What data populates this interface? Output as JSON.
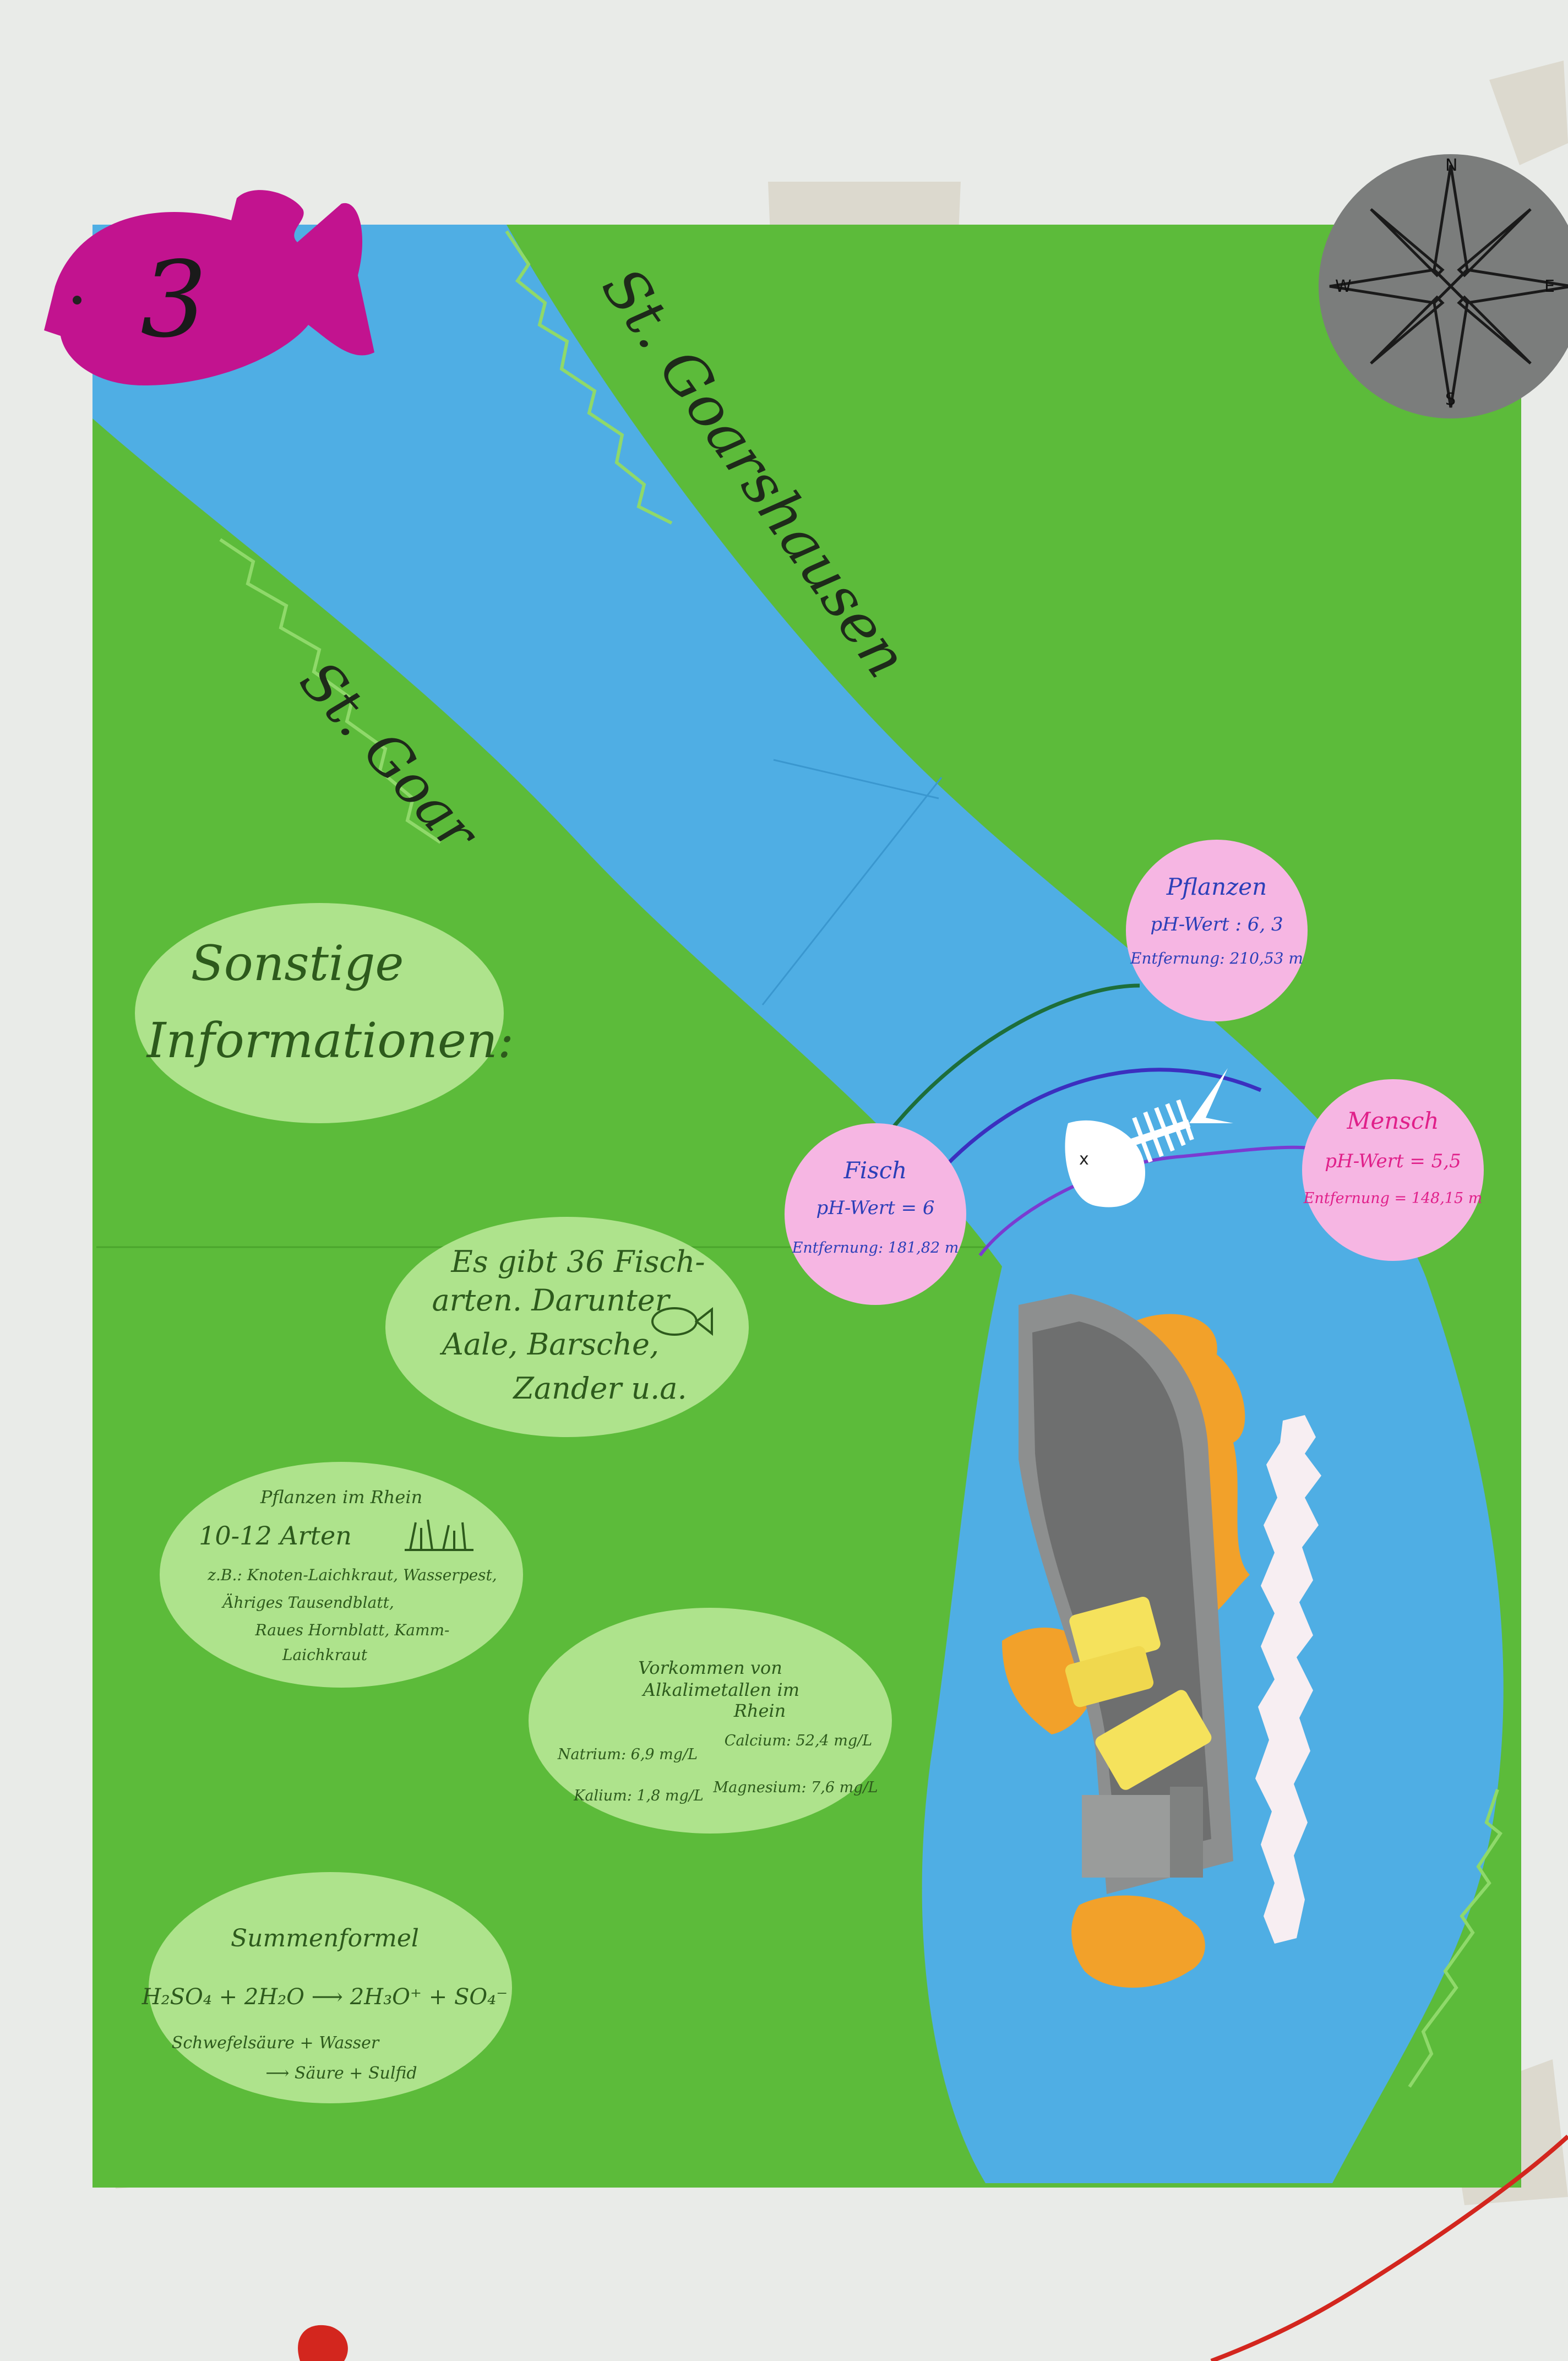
{
  "towns": {
    "east": "St. Goarshausen",
    "west": "St. Goar"
  },
  "fish_badge": {
    "number": "3"
  },
  "compass": {
    "n": "N",
    "e": "E",
    "s": "S",
    "w": "W"
  },
  "stations": {
    "pflanzen": {
      "title": "Pflanzen",
      "ph": "pH-Wert : 6, 3",
      "distance": "Entfernung: 210,53 m"
    },
    "mensch": {
      "title": "Mensch",
      "ph": "pH-Wert = 5,5",
      "distance": "Entfernung = 148,15 m"
    },
    "fisch": {
      "title": "Fisch",
      "ph": "pH-Wert = 6",
      "distance": "Entfernung: 181,82 m"
    }
  },
  "info": {
    "heading_line1": "Sonstige",
    "heading_line2": "Informationen:",
    "fish": {
      "line1": "Es gibt 36 Fisch-",
      "line2": "arten. Darunter",
      "line3": "Aale, Barsche,",
      "line4": "Zander u.a."
    },
    "plants": {
      "title": "Pflanzen im Rhein",
      "count": "10-12 Arten",
      "line1": "z.B.: Knoten-Laichkraut, Wasserpest,",
      "line2": "Ähriges Tausendblatt,",
      "line3": "Raues Hornblatt, Kamm-",
      "line4": "Laichkraut"
    },
    "metals": {
      "title1": "Vorkommen von",
      "title2": "Alkalimetallen im",
      "title3": "Rhein",
      "natrium": "Natrium: 6,9 mg/L",
      "calcium": "Calcium: 52,4 mg/L",
      "kalium": "Kalium: 1,8 mg/L",
      "magnesium": "Magnesium: 7,6 mg/L"
    },
    "formula": {
      "title": "Summenformel",
      "equation": "H₂SO₄ + 2H₂O ⟶ 2H₃O⁺ + SO₄⁻",
      "words1": "Schwefelsäure + Wasser",
      "words2": "⟶ Säure + Sulfid"
    }
  },
  "colors": {
    "grass": "#5cbb3a",
    "river": "#4faee4",
    "oval": "#aee38c",
    "station": "#f6b6e3",
    "badge": "#c2138f",
    "compass": "#7b7d7c",
    "boat": "#6e6f6f",
    "foam": "#f7eef2",
    "crate": "#f5e25c",
    "orange": "#f2a12a"
  }
}
